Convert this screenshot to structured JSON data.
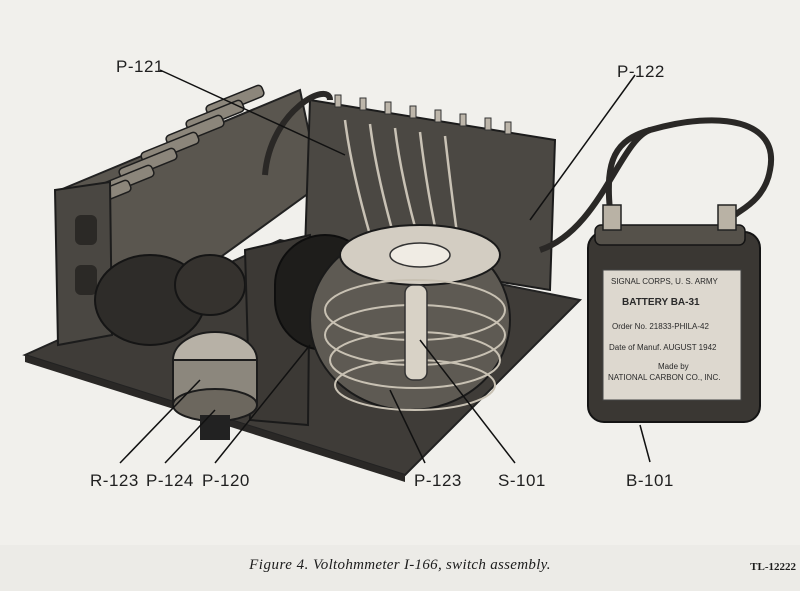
{
  "callouts": {
    "p121": "P-121",
    "p122": "P-122",
    "r123": "R-123",
    "p124": "P-124",
    "p120": "P-120",
    "p123": "P-123",
    "s101": "S-101",
    "b101": "B-101"
  },
  "battery_label": {
    "line1": "SIGNAL CORPS, U. S. ARMY",
    "line2": "BATTERY BA-31",
    "line3": "Order No.   21833-PHILA-42",
    "line4": "Date of Manuf. AUGUST 1942",
    "line5": "Made by",
    "line6": "NATIONAL CARBON CO., INC."
  },
  "caption": {
    "figure": "Figure 4.",
    "text": "Voltohmmeter I-166, switch assembly."
  },
  "figure_code": "TL-12222"
}
